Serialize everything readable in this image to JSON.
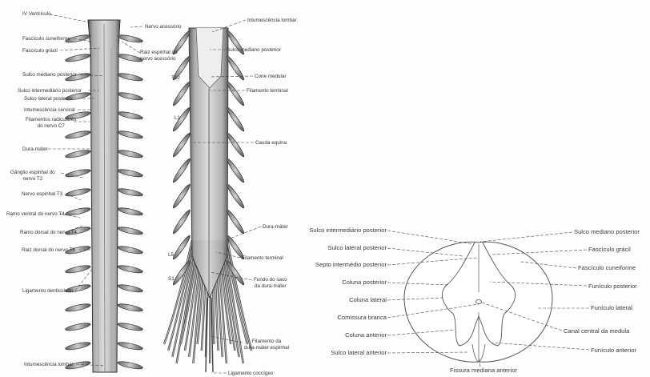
{
  "figure_left": {
    "labels": [
      "IV Ventrículo",
      "Nervo acessório",
      "Fascículo cuneiforme",
      "Fascículo grácil",
      "Raiz espinhal do\nnervo acessório",
      "Sulco mediano posterior",
      "Sulco intermediário posterior",
      "Sulco lateral posterior",
      "Intumescência cervical",
      "Filamentos radiculares\ndo nervo C7",
      "Dura-máter",
      "Gânglio espinhal do\nnervo T2",
      "Nervo espinhal T3",
      "Ramo ventral do nervo T4",
      "Ramo dorsal do nervo T4",
      "Raiz dorsal do nervo T6",
      "Ligamento denticulado",
      "Intumescência lombar"
    ]
  },
  "figure_middle": {
    "labels": [
      "T12",
      "L1",
      "L5",
      "S1",
      "Intumescência lombar",
      "Sulco mediano posterior",
      "Cone medular",
      "Filamento terminal",
      "Cauda equina",
      "Dura-máter",
      "Filamento terminal",
      "Fundo do saco\nda dura-máter",
      "Filamento da\ndura-máter espinhal",
      "Ligamento coccígeo"
    ]
  },
  "figure_right": {
    "labels": [
      "Sulco intermediário posterior",
      "Sulco lateral posterior",
      "Septo intermédio posterior",
      "Coluna posterior",
      "Coluna lateral",
      "Comissura branca",
      "Coluna anterior",
      "Sulco lateral anterior",
      "Sulco mediano posterior",
      "Fascículo grácil",
      "Fascículo cuneiforme",
      "Funículo posterior",
      "Funículo lateral",
      "Canal central da medula",
      "Funículo anterior",
      "Fissura mediana anterior"
    ]
  }
}
